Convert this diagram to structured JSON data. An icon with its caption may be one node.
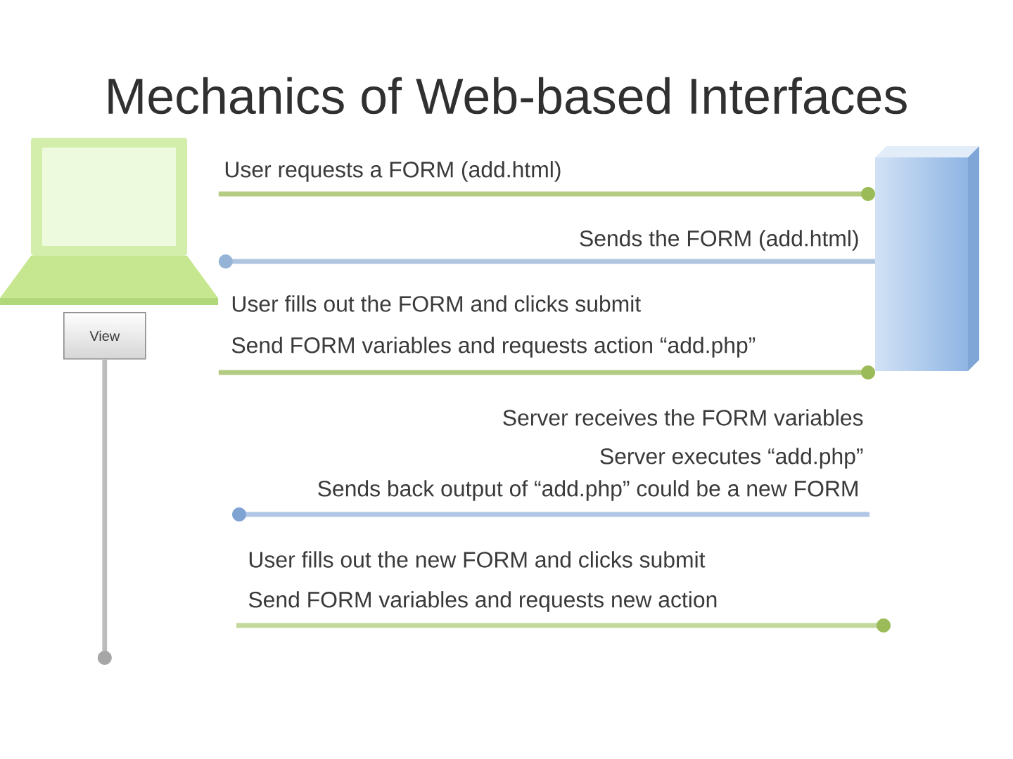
{
  "diagram": {
    "title": "Mechanics of Web-based Interfaces",
    "nodes": [
      {
        "text": [],
        "shape": "picture"
      },
      {
        "text": [
          "View"
        ]
      },
      {
        "text": [],
        "shape": "picture"
      }
    ],
    "edges": [
      {
        "from": 0,
        "to": 2,
        "arrow": "other",
        "label": "User requests a FORM (add.html)"
      },
      {
        "from": 2,
        "to": 0,
        "arrow": "other",
        "label": "Sends the FORM (add.html)",
        "color": "#95b3d7"
      },
      {
        "from": 0,
        "to": 2,
        "arrow": "other",
        "label": "Send FORM variables and requests action “add.php”"
      },
      {
        "from": 1,
        "to": null,
        "arrow": "other",
        "color": "#a6a6a6"
      }
    ],
    "labels": [
      "User fills out the FORM and clicks submit",
      "Server receives the FORM variables",
      "Server executes “add.php”",
      "Sends back output of “add.php” could be a new FORM",
      "User fills out the new FORM and clicks submit",
      "Send FORM variables and requests new action"
    ]
  }
}
